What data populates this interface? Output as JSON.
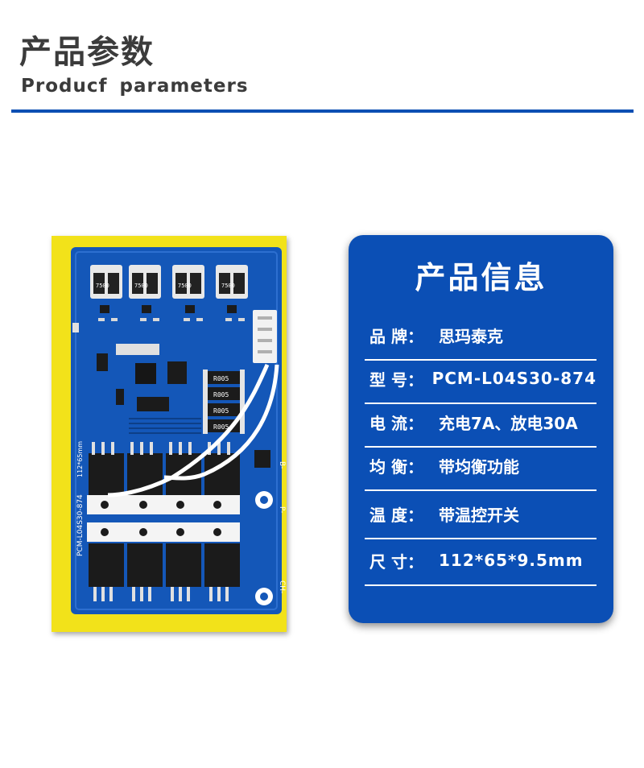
{
  "header": {
    "title_cn": "产品参数",
    "title_en": "Producf  parameters"
  },
  "product_image": {
    "board_texts": [
      "R005",
      "R005",
      "R005",
      "R005",
      "7500",
      "7500",
      "7500",
      "7500",
      "PCM-L04S30-874",
      "112*65mm",
      "B-",
      "P-",
      "CH-"
    ]
  },
  "info_card": {
    "title": "产品信息",
    "rows": [
      {
        "label": "品 牌：",
        "value": "思玛泰克"
      },
      {
        "label": "型 号：",
        "value": "PCM-L04S30-874"
      },
      {
        "label": "电  流：",
        "value": "充电7A、放电30A"
      },
      {
        "label": "均  衡：",
        "value": "带均衡功能"
      },
      {
        "label": "温  度：",
        "value": "带温控开关"
      },
      {
        "label": "尺  寸：",
        "value": "112*65*9.5mm"
      }
    ]
  },
  "colors": {
    "accent_blue": "#0b4fb5",
    "pcb_blue": "#1457b8",
    "backdrop_yellow": "#f2e21a"
  }
}
